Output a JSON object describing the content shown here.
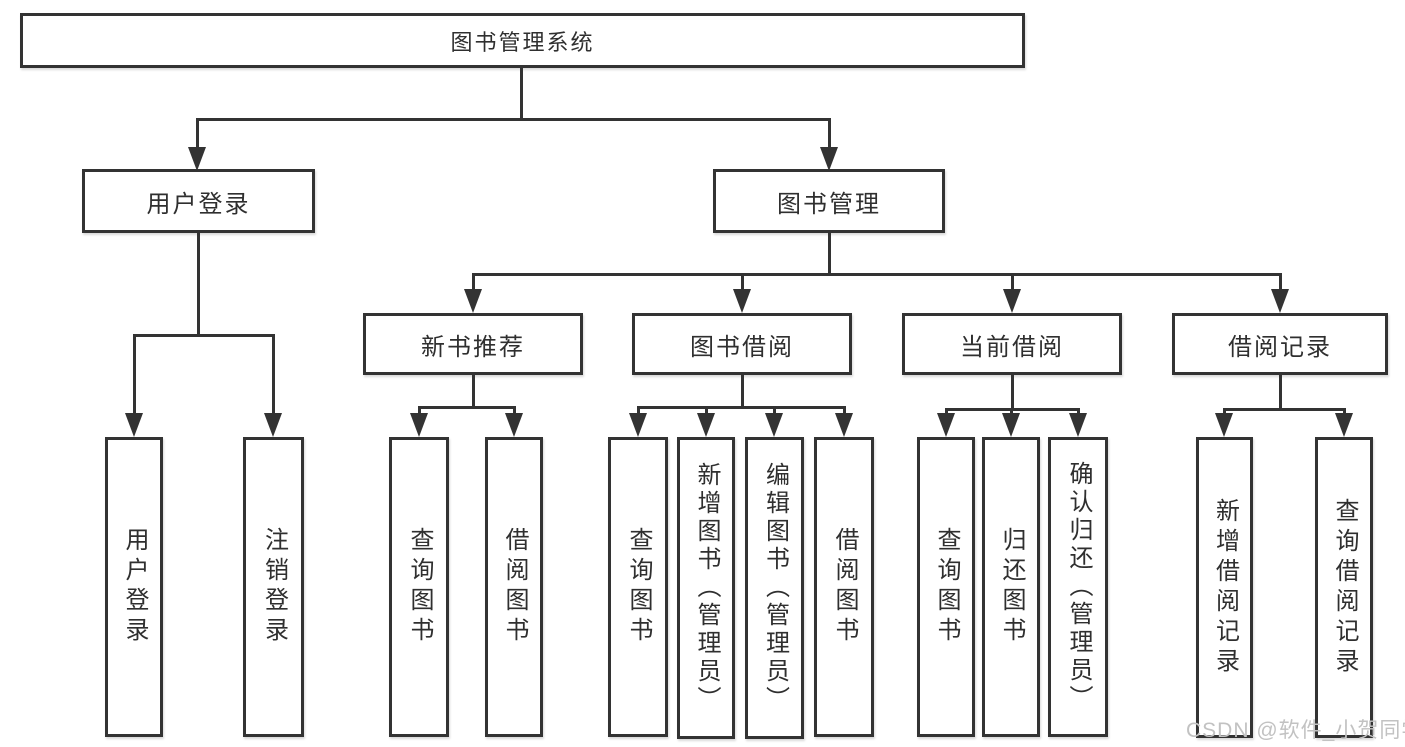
{
  "diagram": {
    "root": {
      "label": "图书管理系统"
    },
    "level2": [
      {
        "label": "用户登录"
      },
      {
        "label": "图书管理"
      }
    ],
    "level3": [
      {
        "label": "新书推荐"
      },
      {
        "label": "图书借阅"
      },
      {
        "label": "当前借阅"
      },
      {
        "label": "借阅记录"
      }
    ],
    "leaves": {
      "user_login": [
        "用户登录",
        "注销登录"
      ],
      "new_book": [
        "查询图书",
        "借阅图书"
      ],
      "book_borrow": [
        "查询图书",
        "新增图书（管理员）",
        "编辑图书（管理员）",
        "借阅图书"
      ],
      "current_borrow": [
        "查询图书",
        "归还图书",
        "确认归还（管理员）"
      ],
      "borrow_records": [
        "新增借阅记录",
        "查询借阅记录"
      ]
    },
    "colors": {
      "line": "#333333",
      "border": "#333333",
      "text": "#2f2f2f",
      "background": "#ffffff",
      "watermark": "#c2c2c2"
    }
  },
  "watermark": {
    "text": "CSDN @软件_小贺同学"
  }
}
